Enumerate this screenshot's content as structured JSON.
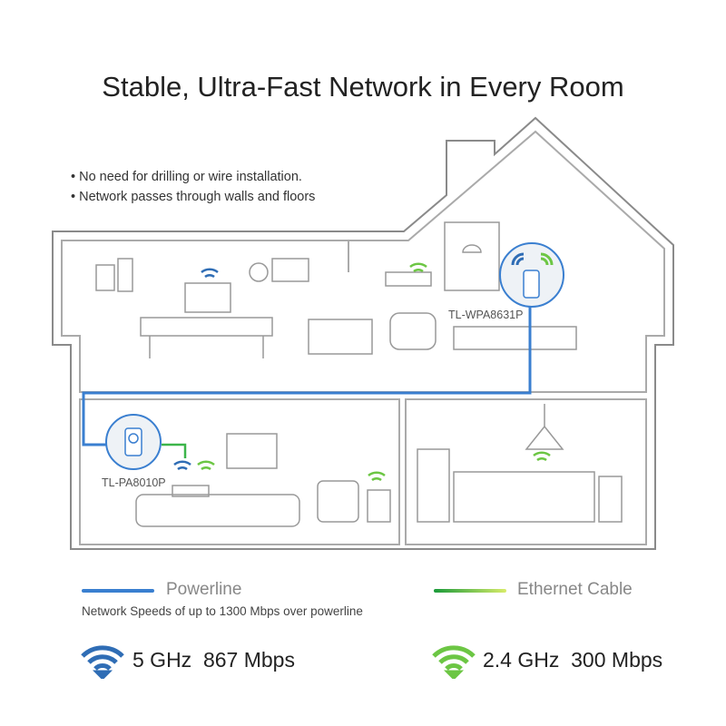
{
  "title": "Stable, Ultra-Fast Network in Every Room",
  "bullets": [
    "No need for drilling or wire installation.",
    "Network passes through walls and floors"
  ],
  "devices": {
    "upstairs": "TL-WPA8631P",
    "downstairs": "TL-PA8010P"
  },
  "legend": {
    "powerline": {
      "label": "Powerline",
      "color": "#3a7fd0"
    },
    "ethernet": {
      "label": "Ethernet Cable",
      "color": "#3cb54a"
    },
    "note": "Network Speeds of up to 1300 Mbps over powerline"
  },
  "bands": [
    {
      "label": "5 GHz  867 Mbps",
      "color": "#2f6db5",
      "icon": "wifi-icon"
    },
    {
      "label": "2.4 GHz  300 Mbps",
      "color": "#6cc644",
      "icon": "wifi-icon"
    }
  ]
}
